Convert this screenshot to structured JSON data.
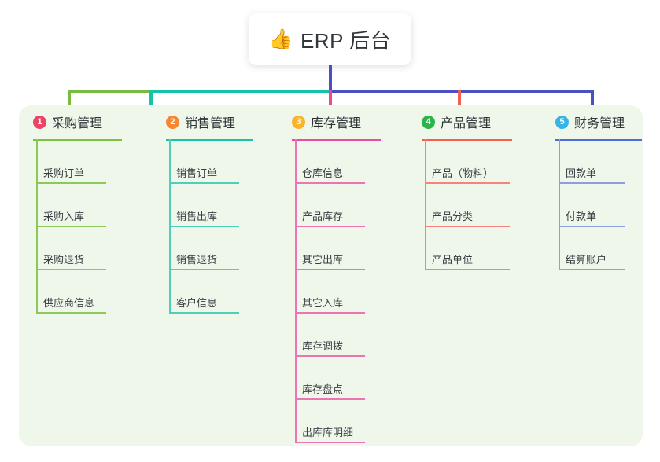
{
  "root": {
    "icon": "thumbs-up-icon",
    "icon_glyph": "👍",
    "title": "ERP 后台"
  },
  "palette": {
    "panel_bg": "#eef7e9",
    "card_bg": "#ffffff",
    "text": "#2d3237",
    "connector_green": "#77bb41",
    "connector_teal": "#15c3a8",
    "connector_blue": "#4b4fc4",
    "drop_green": "#77bb41",
    "drop_teal": "#15c3a8",
    "drop_pink": "#ea4c89",
    "drop_red": "#f4604f",
    "drop_blue": "#4b4fc4"
  },
  "columns": [
    {
      "number": "1",
      "title": "采购管理",
      "badge_color": "#ec4464",
      "rule_color": "#7ec242",
      "line_color": "#8cc85a",
      "items": [
        "采购订单",
        "采购入库",
        "采购退货",
        "供应商信息"
      ]
    },
    {
      "number": "2",
      "title": "销售管理",
      "badge_color": "#f58634",
      "rule_color": "#15c3a8",
      "line_color": "#4ecfba",
      "items": [
        "销售订单",
        "销售出库",
        "销售退货",
        "客户信息"
      ]
    },
    {
      "number": "3",
      "title": "库存管理",
      "badge_color": "#f9b42b",
      "rule_color": "#e84ba3",
      "line_color": "#ec74b3",
      "items": [
        "仓库信息",
        "产品库存",
        "其它出库",
        "其它入库",
        "库存调拨",
        "库存盘点",
        "出库库明细"
      ]
    },
    {
      "number": "4",
      "title": "产品管理",
      "badge_color": "#2cb34a",
      "rule_color": "#f4604f",
      "line_color": "#f5857c",
      "items": [
        "产品（物料）",
        "产品分类",
        "产品单位"
      ]
    },
    {
      "number": "5",
      "title": "财务管理",
      "badge_color": "#36b5e5",
      "rule_color": "#4b6fd6",
      "line_color": "#8b9fe0",
      "items": [
        "回款单",
        "付款单",
        "结算账户"
      ]
    }
  ]
}
